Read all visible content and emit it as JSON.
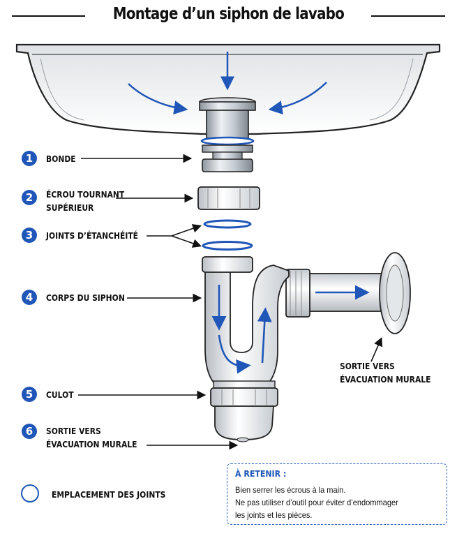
{
  "title": "Montage d’un siphon de lavabo",
  "parts": [
    {
      "num": "1",
      "label_lines": [
        "BONDE"
      ]
    },
    {
      "num": "2",
      "label_lines": [
        "ÉCROU TOURNANT",
        "SUPÉRIEUR"
      ]
    },
    {
      "num": "3",
      "label_lines": [
        "JOINTS D’ÉTANCHÉITÉ"
      ]
    },
    {
      "num": "4",
      "label_lines": [
        "CORPS DU SIPHON"
      ]
    },
    {
      "num": "5",
      "label_lines": [
        "CULOT"
      ]
    },
    {
      "num": "6",
      "label_lines": [
        "SORTIE VERS",
        "ÉVACUATION MURALE"
      ]
    }
  ],
  "outlet_callout": [
    "SORTIE VERS",
    "ÉVACUATION MURALE"
  ],
  "legend": {
    "label": "EMPLACEMENT DES JOINTS"
  },
  "note": {
    "title": "À RETENIR :",
    "lines": [
      "Bien serrer les écrous à la main.",
      "Ne pas utiliser d’outil pour éviter d’endommager",
      "les joints et les pièces."
    ]
  },
  "colors": {
    "accent": "#1f56b8",
    "ink": "#111111",
    "metal": "#c9ced4",
    "ceramic": "#eef0f2"
  }
}
